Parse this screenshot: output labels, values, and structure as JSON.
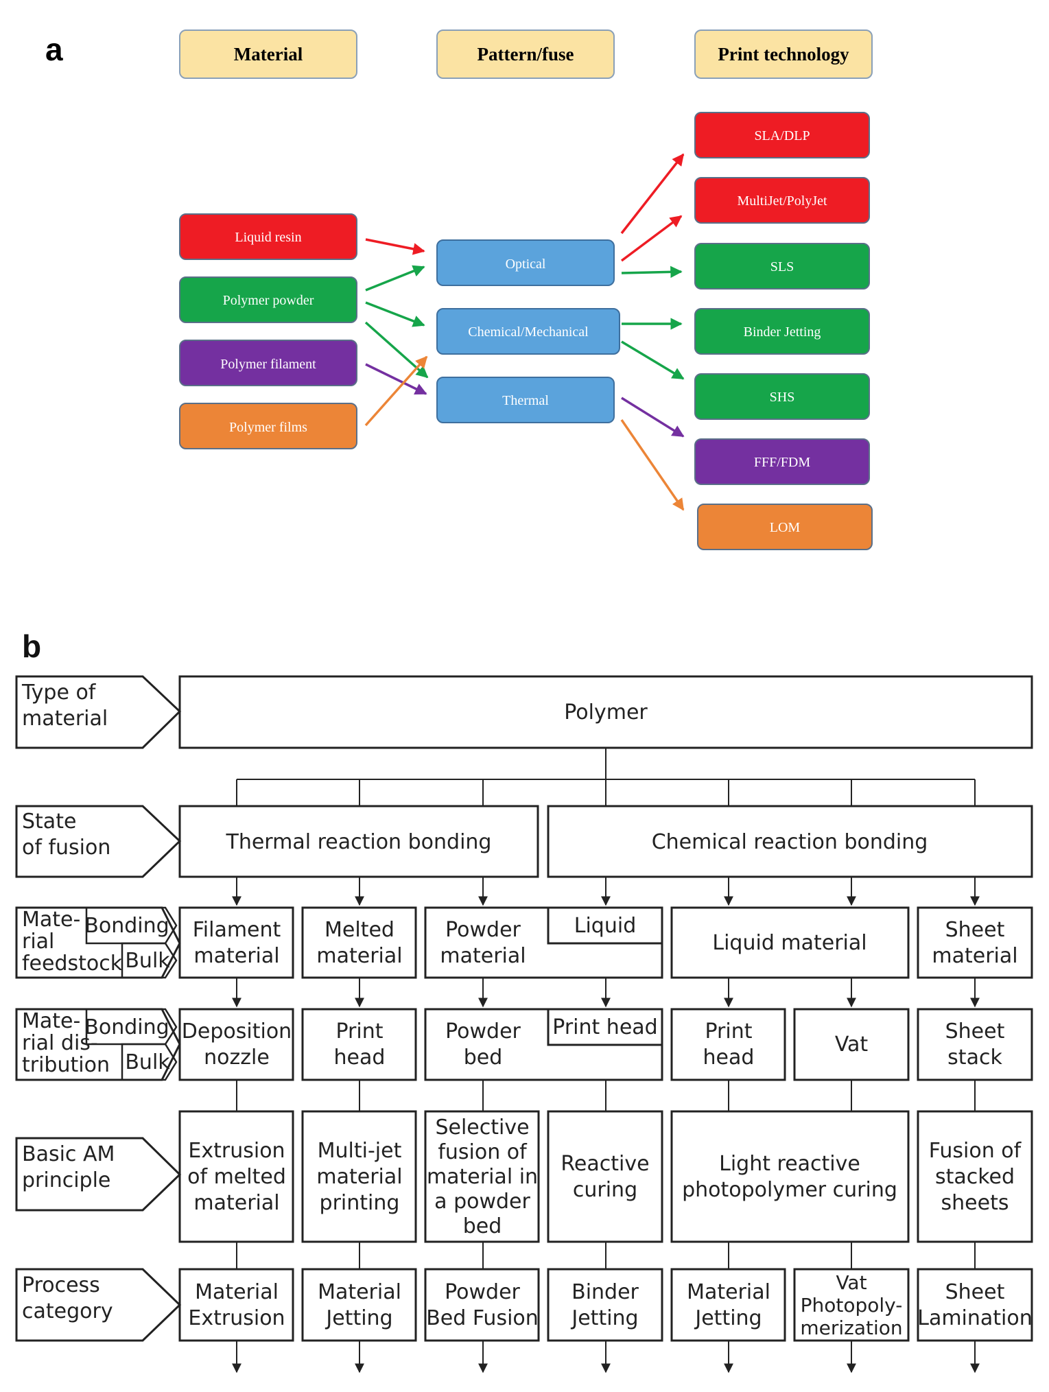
{
  "colors": {
    "header_fill": "#fbe3a3",
    "red": "#ee1c24",
    "green": "#16a54a",
    "purple": "#7430a0",
    "orange": "#ec8537",
    "blue": "#5ba3dc",
    "line": "#222222"
  },
  "panel_a": {
    "letter": "a",
    "headers": {
      "material": "Material",
      "pattern": "Pattern/fuse",
      "print": "Print technology"
    },
    "materials": [
      {
        "label": "Liquid resin",
        "color": "red"
      },
      {
        "label": "Polymer powder",
        "color": "green"
      },
      {
        "label": "Polymer filament",
        "color": "purple"
      },
      {
        "label": "Polymer films",
        "color": "orange"
      }
    ],
    "patterns": [
      {
        "label": "Optical",
        "color": "blue"
      },
      {
        "label": "Chemical/Mechanical",
        "color": "blue"
      },
      {
        "label": "Thermal",
        "color": "blue"
      }
    ],
    "technologies": [
      {
        "label": "SLA/DLP",
        "color": "red"
      },
      {
        "label": "MultiJet/PolyJet",
        "color": "red"
      },
      {
        "label": "SLS",
        "color": "green"
      },
      {
        "label": "Binder Jetting",
        "color": "green"
      },
      {
        "label": "SHS",
        "color": "green"
      },
      {
        "label": "FFF/FDM",
        "color": "purple"
      },
      {
        "label": "LOM",
        "color": "orange"
      }
    ]
  },
  "panel_b": {
    "letter": "b",
    "rows": {
      "type_of_material": [
        "Type of",
        "material"
      ],
      "state_of_fusion": [
        "State",
        "of fusion"
      ],
      "feedstock": [
        "Mate-",
        "rial",
        "feedstock"
      ],
      "distribution": [
        "Mate-",
        "rial dis-",
        "tribution"
      ],
      "bonding": "Bonding",
      "bulk": "Bulk",
      "basic_principle": [
        "Basic AM",
        "principle"
      ],
      "process_category": [
        "Process",
        "category"
      ]
    },
    "polymer": "Polymer",
    "thermal_bonding": "Thermal reaction bonding",
    "chemical_bonding": "Chemical reaction bonding",
    "feedstock_cells": {
      "filament": [
        "Filament",
        "material"
      ],
      "melted": [
        "Melted",
        "material"
      ],
      "powder": [
        "Powder",
        "material"
      ],
      "liquid": [
        "Liquid"
      ],
      "liquid_material": [
        "Liquid material"
      ],
      "sheet": [
        "Sheet",
        "material"
      ]
    },
    "distribution_cells": {
      "deposition": [
        "Deposition",
        "nozzle"
      ],
      "print_head_1": [
        "Print",
        "head"
      ],
      "powder_bed": [
        "Powder",
        "bed"
      ],
      "print_head_2": [
        "Print head"
      ],
      "print_head_3": [
        "Print",
        "head"
      ],
      "vat": [
        "Vat"
      ],
      "sheet_stack": [
        "Sheet",
        "stack"
      ]
    },
    "principle_cells": {
      "extrusion": [
        "Extrusion",
        "of melted",
        "material"
      ],
      "multijet": [
        "Multi-jet",
        "material",
        "printing"
      ],
      "selective": [
        "Selective",
        "fusion of",
        "material in",
        "a powder",
        "bed"
      ],
      "reactive": [
        "Reactive",
        "curing"
      ],
      "light": [
        "Light reactive",
        "photopolymer curing"
      ],
      "fusion_sheets": [
        "Fusion of",
        "stacked",
        "sheets"
      ]
    },
    "process_cells": {
      "mat_extrusion": [
        "Material",
        "Extrusion"
      ],
      "mat_jetting_1": [
        "Material",
        "Jetting"
      ],
      "powder_bed_fusion": [
        "Powder",
        "Bed Fusion"
      ],
      "binder_jetting": [
        "Binder",
        "Jetting"
      ],
      "mat_jetting_2": [
        "Material",
        "Jetting"
      ],
      "vat_photo": [
        "Vat",
        "Photopoly-",
        "merization"
      ],
      "sheet_lamination": [
        "Sheet",
        "Lamination"
      ]
    }
  }
}
